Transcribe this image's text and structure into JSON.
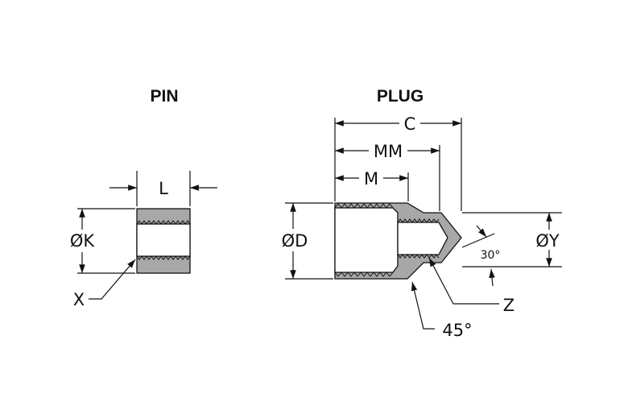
{
  "pin": {
    "title": "PIN",
    "length_label": "L",
    "diameter_label": "ØK",
    "thread_label": "X"
  },
  "plug": {
    "title": "PLUG",
    "overall_length_label": "C",
    "mid_length_label": "MM",
    "bore_depth_label": "M",
    "body_diameter_label": "ØD",
    "tip_diameter_label": "ØY",
    "tip_angle_label": "30°",
    "thread_label": "Z",
    "chamfer_angle_label": "45°"
  }
}
